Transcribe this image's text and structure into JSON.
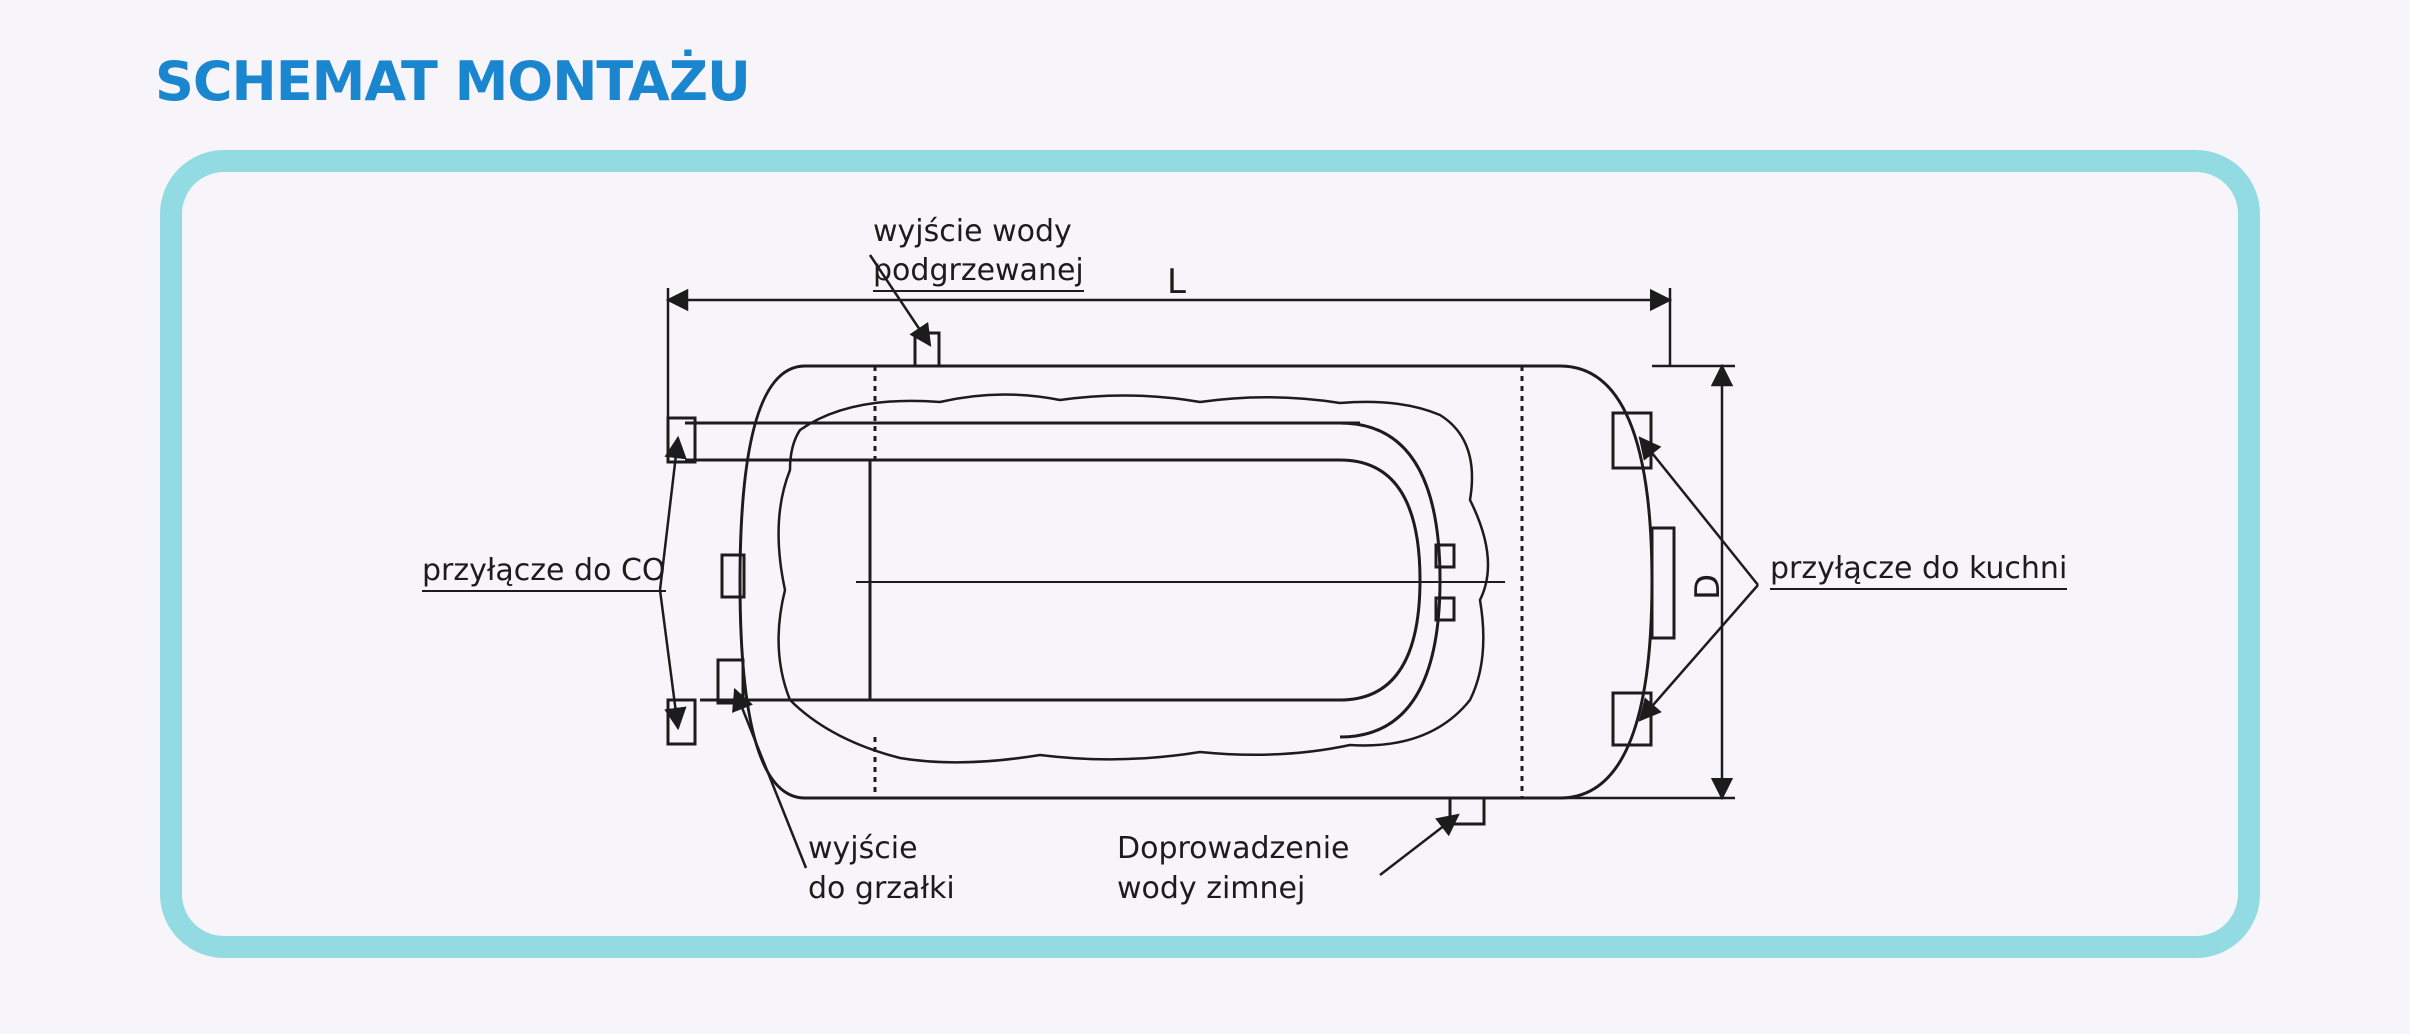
{
  "title": "SCHEMAT MONTAŻU",
  "colors": {
    "title": "#1a86cf",
    "frame": "#92dbe3",
    "line": "#1c1c1c"
  },
  "dimensions": {
    "length": "L",
    "diameter": "D"
  },
  "labels": {
    "hot_water_out_1": "wyjście wody",
    "hot_water_out_2": "podgrzewanej",
    "co_connection": "przyłącze do CO",
    "kitchen_connection": "przyłącze do kuchni",
    "heater_out_1": "wyjście",
    "heater_out_2": "do grzałki",
    "cold_water_1": "Doprowadzenie",
    "cold_water_2": "wody zimnej"
  }
}
